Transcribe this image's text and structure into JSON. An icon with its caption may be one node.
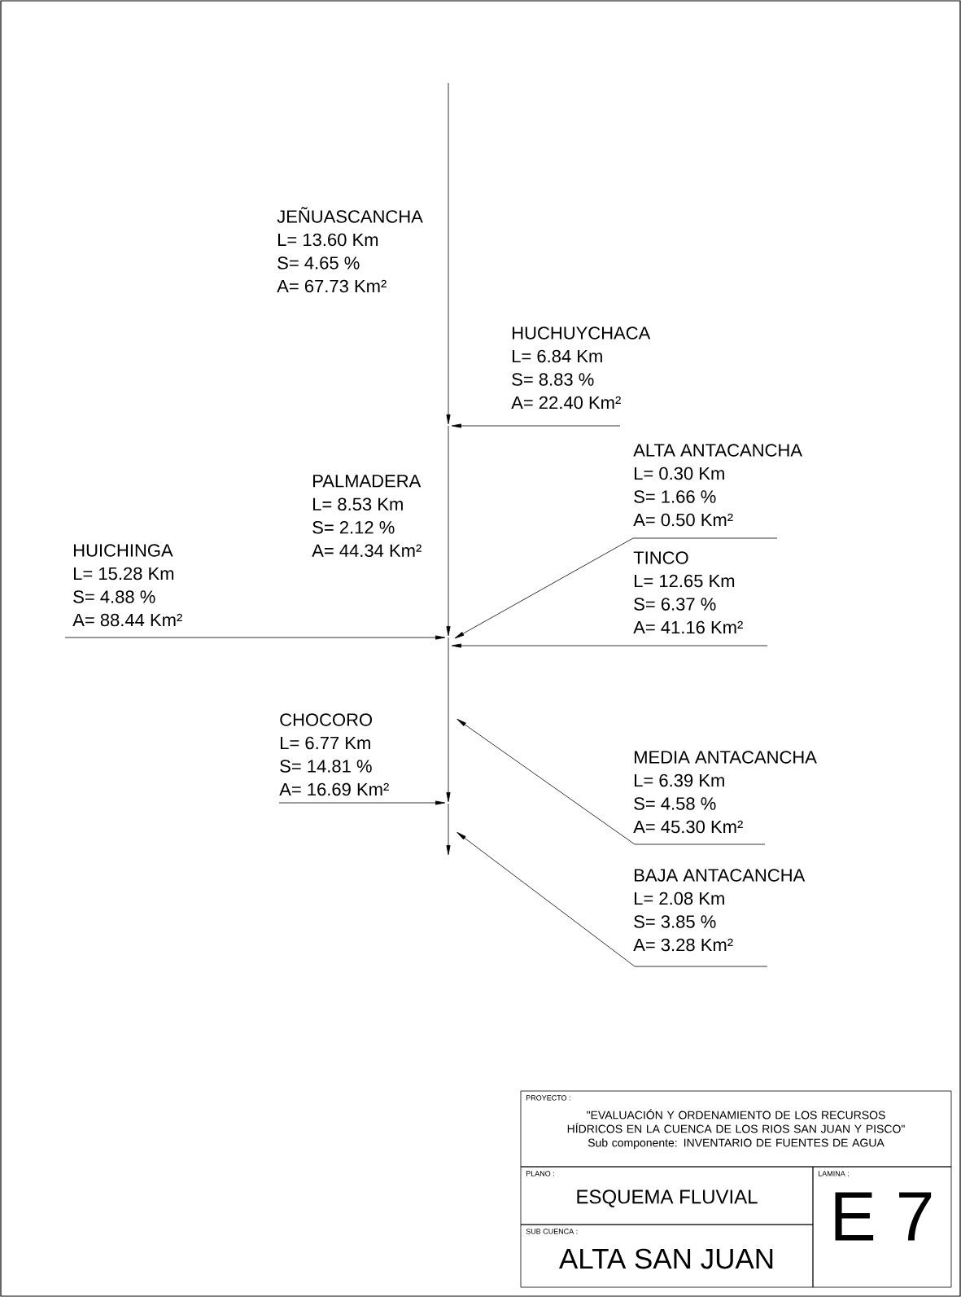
{
  "diagram": {
    "nodes": [
      {
        "text": [
          "JEÑUASCANCHA",
          "L= 13.60 Km",
          "S= 4.65 %",
          "A= 67.73 Km²"
        ]
      },
      {
        "text": [
          "HUCHUYCHACA",
          "L= 6.84 Km",
          "S= 8.83 %",
          "A= 22.40 Km²"
        ]
      },
      {
        "text": [
          "ALTA ANTACANCHA",
          "L= 0.30 Km",
          "S= 1.66 %",
          "A= 0.50 Km²"
        ]
      },
      {
        "text": [
          "PALMADERA",
          "L= 8.53 Km",
          "S= 2.12 %",
          "A= 44.34 Km²"
        ]
      },
      {
        "text": [
          "HUICHINGA",
          "L= 15.28 Km",
          "S= 4.88 %",
          "A= 88.44 Km²"
        ]
      },
      {
        "text": [
          "TINCO",
          "L= 12.65 Km",
          "S= 6.37 %",
          "A= 41.16 Km²"
        ]
      },
      {
        "text": [
          "CHOCORO",
          "L= 6.77 Km",
          "S= 14.81 %",
          "A= 16.69 Km²"
        ]
      },
      {
        "text": [
          "MEDIA ANTACANCHA",
          "L= 6.39 Km",
          "S= 4.58 %",
          "A= 45.30 Km²"
        ]
      },
      {
        "text": [
          "BAJA ANTACANCHA",
          "L= 2.08 Km",
          "S= 3.85 %",
          "A= 3.28 Km²"
        ]
      },
      {
        "text": [
          "PROYECTO :",
          "\"EVALUACIÓN Y ORDENAMIENTO DE LOS RECURSOS HÍDRICOS EN LA CUENCA DE LOS RIOS SAN JUAN Y PISCO\"",
          "Sub componente: INVENTARIO DE FUENTES DE AGUA"
        ]
      },
      {
        "text": [
          "PLANO :",
          "ESQUEMA FLUVIAL"
        ]
      },
      {
        "text": [
          "LAMINA :",
          "E 7"
        ]
      },
      {
        "text": [
          "SUB CUENCA :",
          "ALTA SAN JUAN"
        ]
      }
    ],
    "edges": [
      {
        "from": 1,
        "to": null,
        "arrow": "to"
      },
      {
        "from": 2,
        "to": null,
        "arrow": "to"
      },
      {
        "from": 4,
        "to": null,
        "arrow": "to"
      },
      {
        "from": 5,
        "to": null,
        "arrow": "to"
      },
      {
        "from": 6,
        "to": null,
        "arrow": "to"
      },
      {
        "from": 7,
        "to": null,
        "arrow": "to"
      },
      {
        "from": 8,
        "to": null,
        "arrow": "to"
      }
    ]
  }
}
